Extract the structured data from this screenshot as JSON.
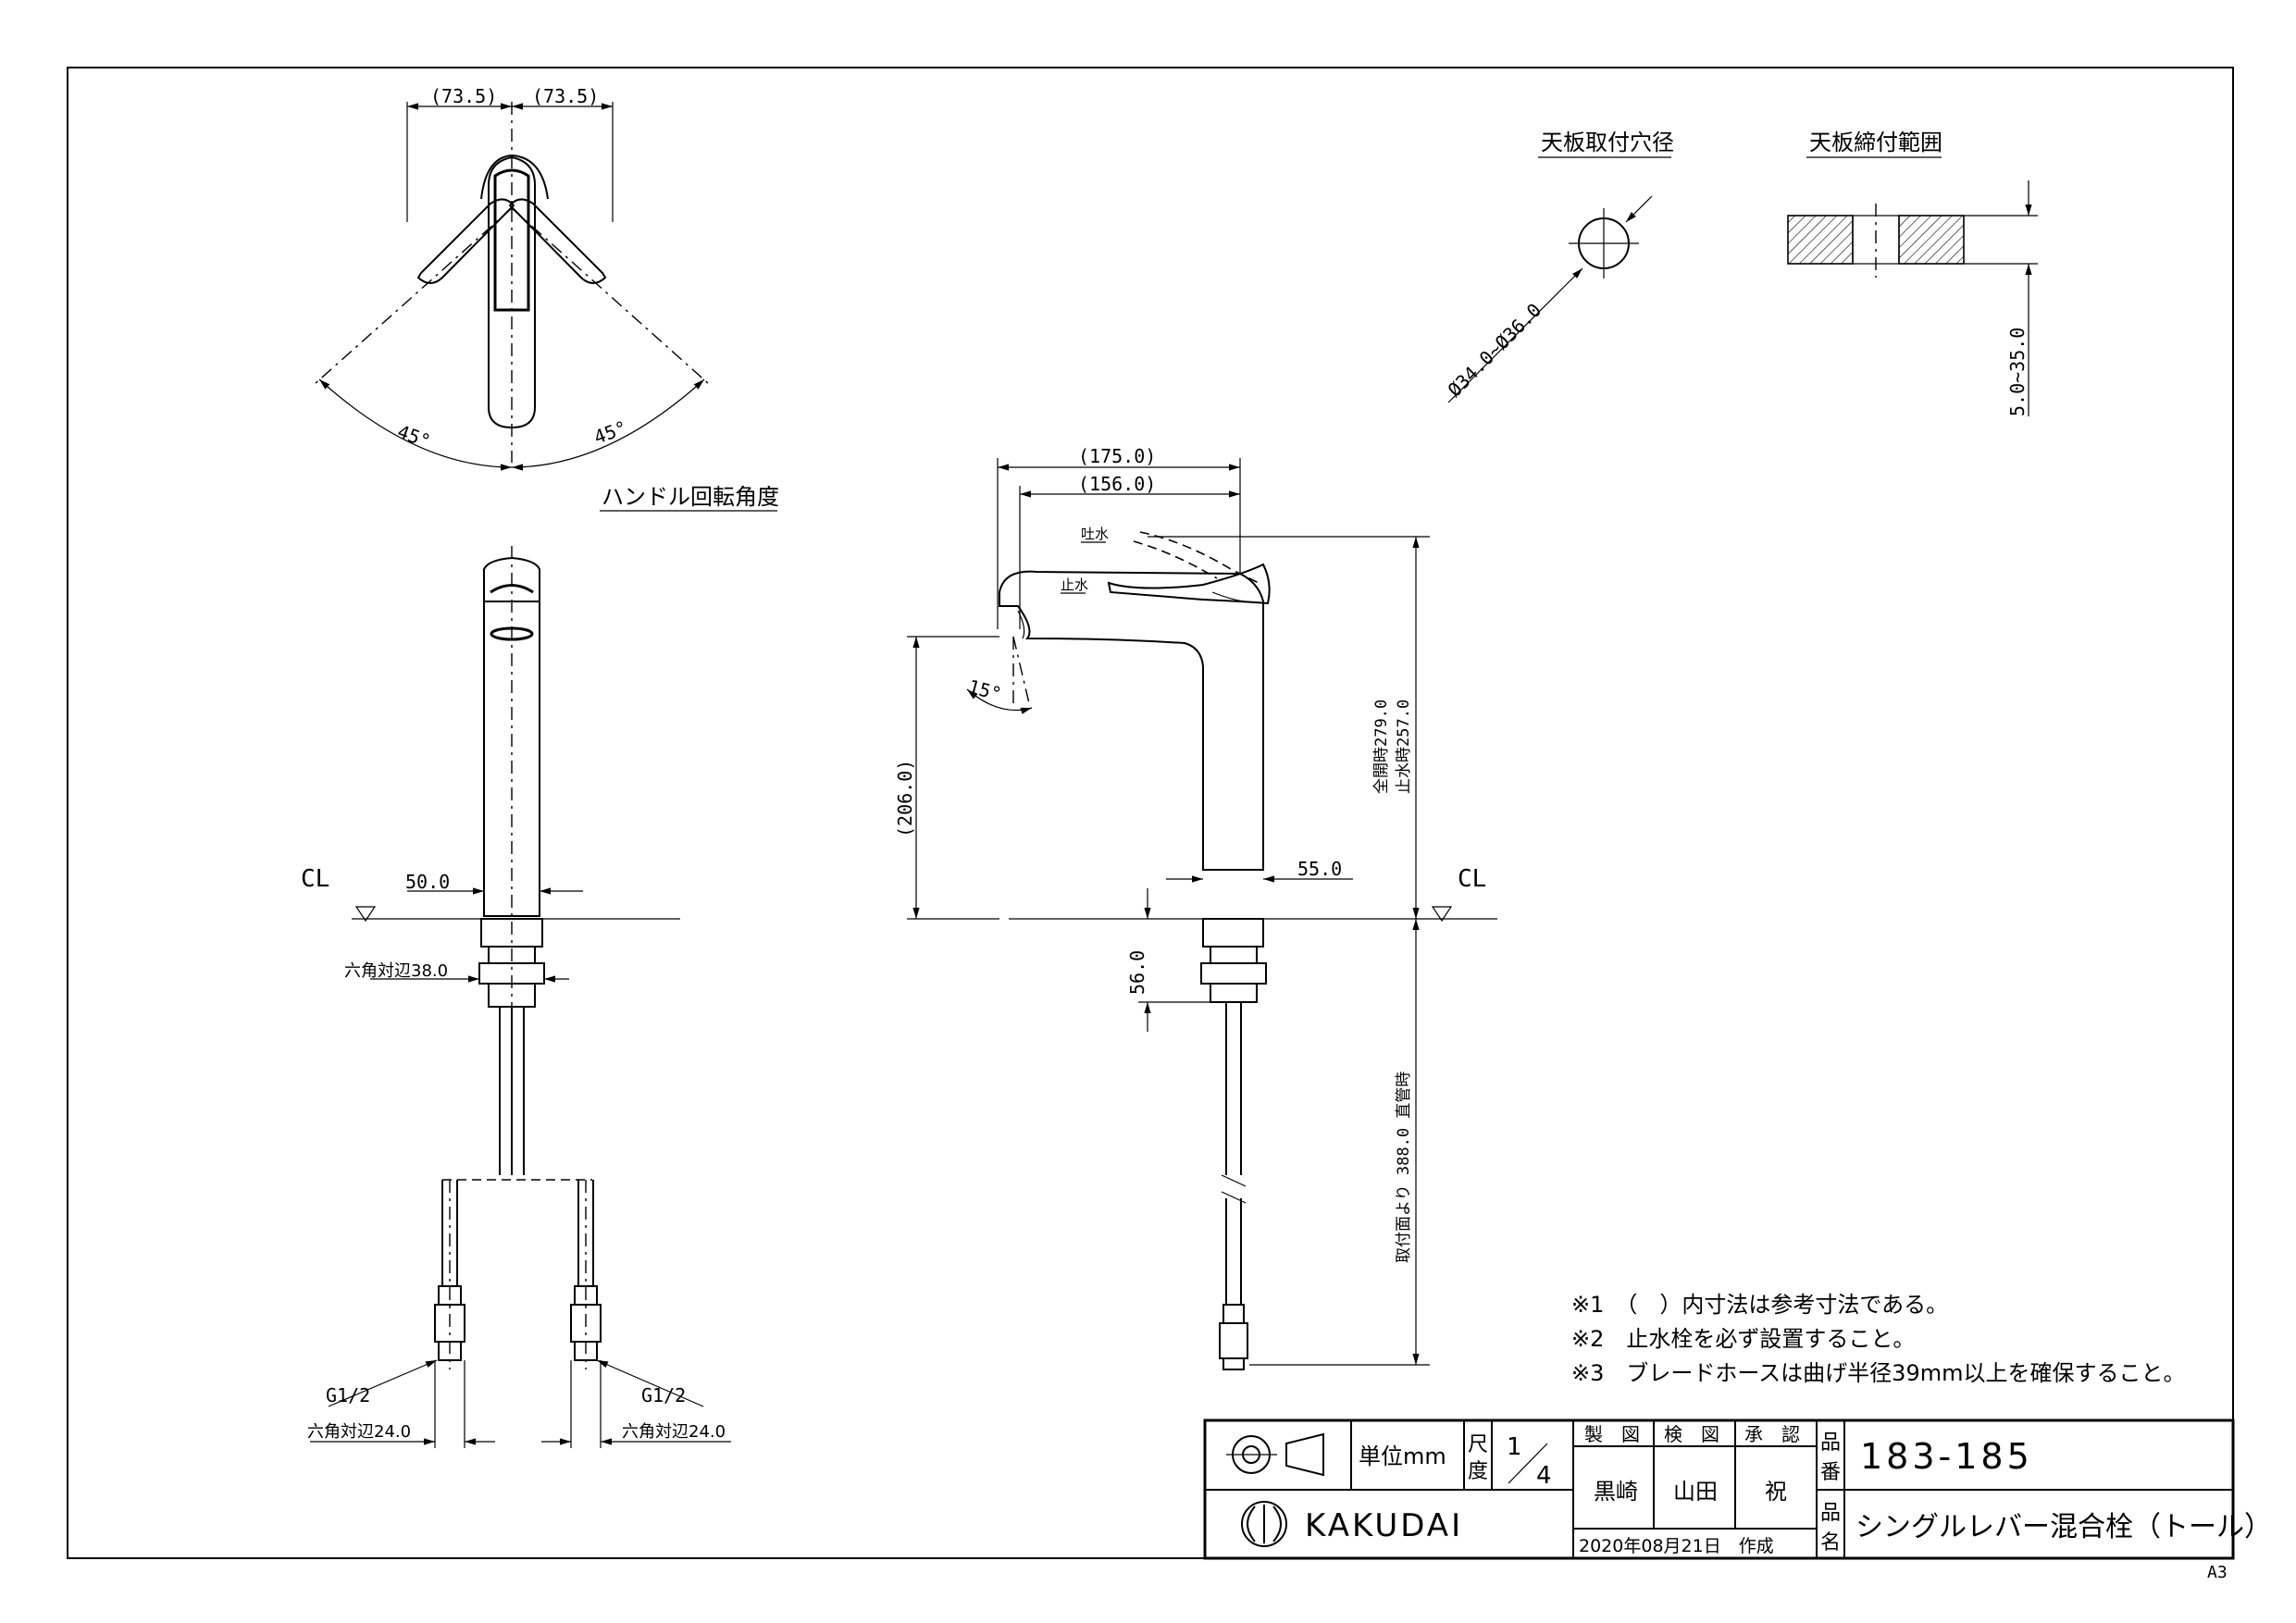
{
  "top_view": {
    "dim_left": "(73.5)",
    "dim_right": "(73.5)",
    "angle_left": "45°",
    "angle_right": "45°",
    "caption": "ハンドル回転角度"
  },
  "front_view": {
    "cl_label": "CL",
    "dim_50": "50.0",
    "hex_38": "六角対辺38.0",
    "g_left": "G1/2",
    "g_right": "G1/2",
    "hex_24_left": "六角対辺24.0",
    "hex_24_right": "六角対辺24.0"
  },
  "side_view": {
    "dim_175": "(175.0)",
    "dim_156": "(156.0)",
    "label_open": "吐水",
    "label_close": "止水",
    "angle_15": "15°",
    "dim_206": "(206.0)",
    "dim_55": "55.0",
    "dim_56": "56.0",
    "cl_label": "CL",
    "height_open": "全開時279.0",
    "height_close": "止水時257.0",
    "hose_length": "取付面より 388.0 直管時"
  },
  "hole_detail": {
    "title": "天板取付穴径",
    "dim": "Ø34.0~Ø36.0"
  },
  "clamp_detail": {
    "title": "天板締付範囲",
    "dim": "5.0~35.0"
  },
  "notes": [
    "※1　（　）内寸法は参考寸法である。",
    "※2　止水栓を必ず設置すること。",
    "※3　ブレードホースは曲げ半径39mm以上を確保すること。"
  ],
  "title_block": {
    "unit_label": "単位mm",
    "scale_label_1": "尺",
    "scale_label_2": "度",
    "scale_num": "1",
    "scale_den": "4",
    "role_drawn": "製　図",
    "role_checked": "検　図",
    "role_approved": "承　認",
    "name_drawn": "黒崎",
    "name_checked": "山田",
    "name_approved": "祝",
    "date": "2020年08月21日　作成",
    "part_no_label_1": "品",
    "part_no_label_2": "番",
    "part_no": "183-185",
    "part_name_label_1": "品",
    "part_name_label_2": "名",
    "part_name": "シングルレバー混合栓（トール）",
    "brand": "KAKUDAI"
  },
  "sheet_size": "A3"
}
